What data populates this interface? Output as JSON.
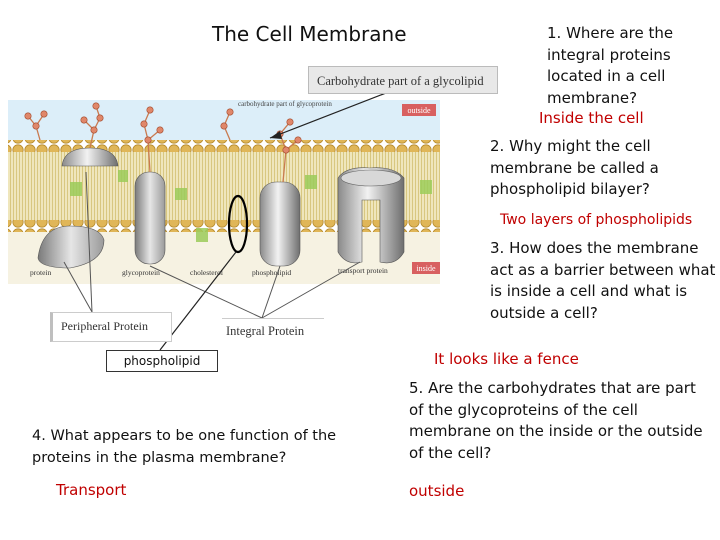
{
  "title": "The Cell Membrane",
  "questions": [
    {
      "text": "1. Where are the integral proteins located in a cell membrane?",
      "answer": "Inside the cell"
    },
    {
      "text": "2. Why might the cell membrane be called a phospholipid bilayer?",
      "answer": "Two layers of phospholipids"
    },
    {
      "text": "3. How does the membrane act as a barrier between what is inside a cell and what is outside a cell?",
      "answer": "It looks like a fence"
    },
    {
      "text": "4. What appears to be one function of the proteins in the plasma membrane?",
      "answer": "Transport"
    },
    {
      "text": "5. Are the carbohydrates that are part of the glycoproteins of the cell membrane on the inside or the outside of the cell?",
      "answer": "outside"
    }
  ],
  "diagram": {
    "labels": {
      "carbohydrate": "Carbohydrate part of a glycolipid",
      "peripheral": "Peripheral Protein",
      "integral": "Integral Protein",
      "phospholipid": "phospholipid"
    },
    "small_labels": {
      "outside_top": "outside",
      "inside_bottom": "inside",
      "carb_chain": "carbohydrate part of glycoprotein",
      "protein": "protein",
      "glycoprotein": "glycoprotein",
      "cholesterol": "cholesterol",
      "phospholipid": "phospholipid",
      "transport": "transport protein"
    }
  },
  "colors": {
    "answer": "#c00000",
    "head": "#e0b658",
    "tail": "#e8dca6",
    "green": "#9ccc5a",
    "sky": "#bfe0f4"
  }
}
